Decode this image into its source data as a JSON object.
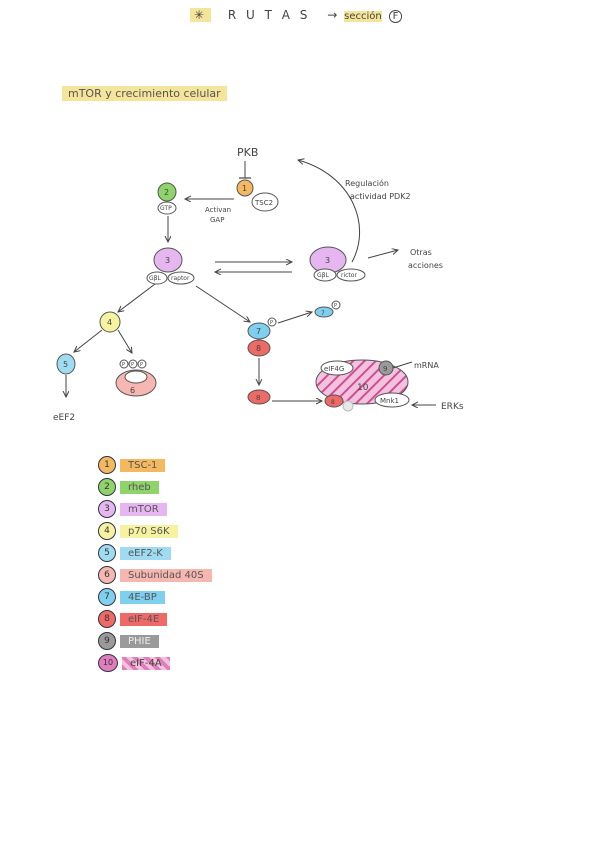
{
  "header": {
    "star": "✳",
    "title": "R U T A S",
    "arrow": "→",
    "section_word": "sección",
    "section_letter": "F"
  },
  "subtitle": "mTOR y crecimiento celular",
  "diagram": {
    "pkb": "PKB",
    "n1": "1",
    "tsc2": "TSC2",
    "n2": "2",
    "gtp": "GTP",
    "activate_gap_1": "Activan",
    "activate_gap_2": "GAP",
    "n3": "3",
    "gbl_left": "GβL",
    "raptor": "raptor",
    "n3b": "3",
    "gbl_right": "GβL",
    "rictor": "rictor",
    "reg_1": "Regulación",
    "reg_2": "actividad PDK2",
    "other_1": "Otras",
    "other_2": "acciones",
    "n4": "4",
    "n5": "5",
    "eef2": "eEF2",
    "ppp": "P",
    "n6": "6",
    "n7": "7",
    "p7": "P",
    "n8": "8",
    "n7b": "7",
    "p7b": "P",
    "n8b": "8",
    "n10": "10",
    "eif4g": "eIF4G",
    "mrna": "mRNA",
    "mnk1": "Mnk1",
    "erks": "ERKs",
    "n9": "9"
  },
  "legend": [
    {
      "num": "1",
      "label": "TSC-1",
      "color": "#f4b860"
    },
    {
      "num": "2",
      "label": "rheb",
      "color": "#8fd36b"
    },
    {
      "num": "3",
      "label": "mTOR",
      "color": "#e5b6ef"
    },
    {
      "num": "4",
      "label": "p70 S6K",
      "color": "#f6f3a0"
    },
    {
      "num": "5",
      "label": "eEF2-K",
      "color": "#9fdcf2"
    },
    {
      "num": "6",
      "label": "Subunidad 40S",
      "color": "#f6b7b0"
    },
    {
      "num": "7",
      "label": "4E-BP",
      "color": "#7fd0ee"
    },
    {
      "num": "8",
      "label": "eIF-4E",
      "color": "#ee6a66"
    },
    {
      "num": "9",
      "label": "PHIE",
      "color": "#9a9a9a"
    },
    {
      "num": "10",
      "label": "eIF-4A",
      "color": "#e07dbd"
    }
  ],
  "colors": {
    "tsc1": "#f4b860",
    "rheb": "#8fd36b",
    "mtor": "#e5b6ef",
    "s6k": "#f6f3a0",
    "eef2k": "#9fdcf2",
    "s40": "#f6b7b0",
    "bp": "#7fd0ee",
    "eif4e": "#ee6a66",
    "eif4a": "#e07dbd",
    "highlight": "#f5e59a"
  }
}
